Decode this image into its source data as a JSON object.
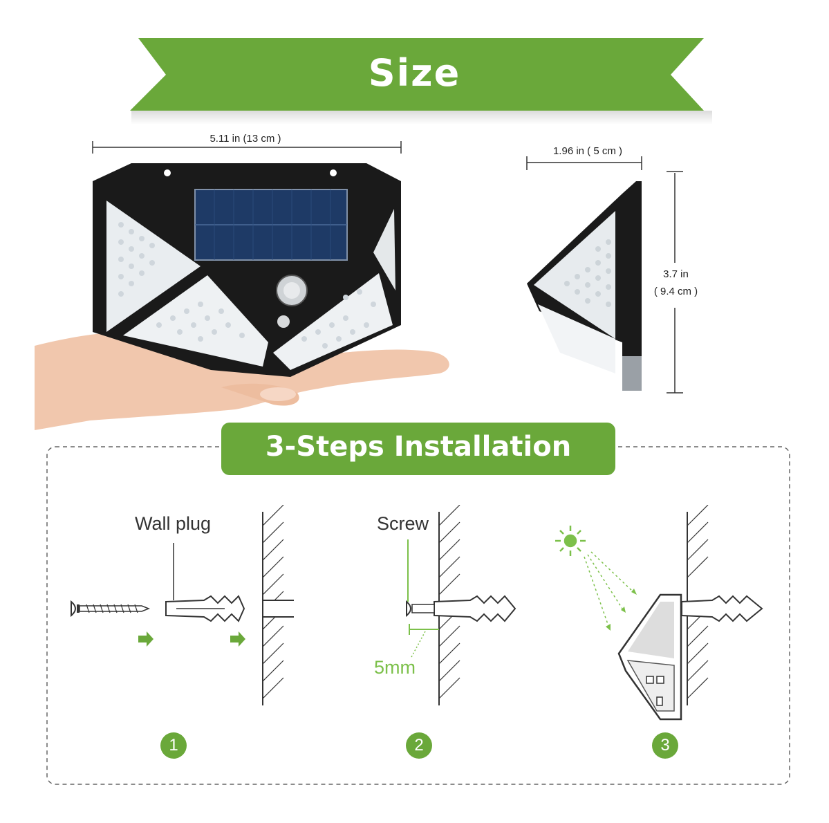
{
  "header": {
    "title": "Size"
  },
  "dimensions": {
    "width": "5.11 in  (13 cm )",
    "depth": "1.96 in  ( 5 cm )",
    "height_in": "3.7 in",
    "height_cm": "( 9.4 cm )"
  },
  "installation": {
    "title": "3-Steps Installation",
    "labels": {
      "wall_plug": "Wall plug",
      "screw": "Screw",
      "gap": "5mm"
    },
    "steps": [
      "1",
      "2",
      "3"
    ]
  },
  "colors": {
    "accent_green": "#6aa83a",
    "light_green": "#7cc04a",
    "panel_black": "#1a1a1a",
    "solar_blue": "#1e3a66"
  }
}
